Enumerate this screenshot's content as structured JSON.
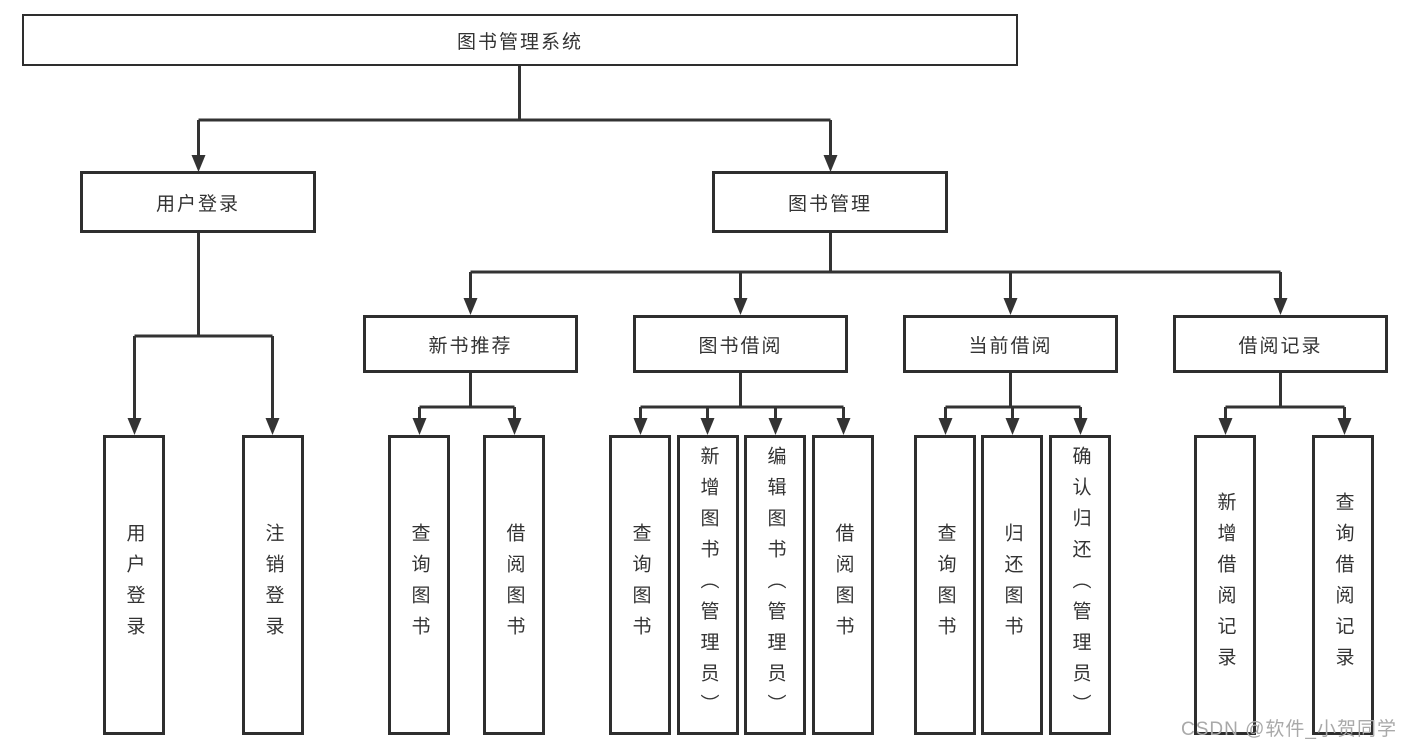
{
  "colors": {
    "background": "#ffffff",
    "line": "#333333",
    "box_border": "#2e2e2e",
    "text": "#333333",
    "watermark": "#a9a9a9"
  },
  "watermark": {
    "text": "CSDN @软件_小贺同学"
  },
  "tree": {
    "root": {
      "label": "图书管理系统"
    },
    "level2": [
      {
        "label": "用户登录"
      },
      {
        "label": "图书管理"
      }
    ],
    "level3": [
      {
        "label": "新书推荐"
      },
      {
        "label": "图书借阅"
      },
      {
        "label": "当前借阅"
      },
      {
        "label": "借阅记录"
      }
    ],
    "leaves": [
      {
        "label": "用户登录"
      },
      {
        "label": "注销登录"
      },
      {
        "label": "查询图书"
      },
      {
        "label": "借阅图书"
      },
      {
        "label": "查询图书"
      },
      {
        "label": "新增图书（管理员）"
      },
      {
        "label": "编辑图书（管理员）"
      },
      {
        "label": "借阅图书"
      },
      {
        "label": "查询图书"
      },
      {
        "label": "归还图书"
      },
      {
        "label": "确认归还（管理员）"
      },
      {
        "label": "新增借阅记录"
      },
      {
        "label": "查询借阅记录"
      }
    ]
  }
}
